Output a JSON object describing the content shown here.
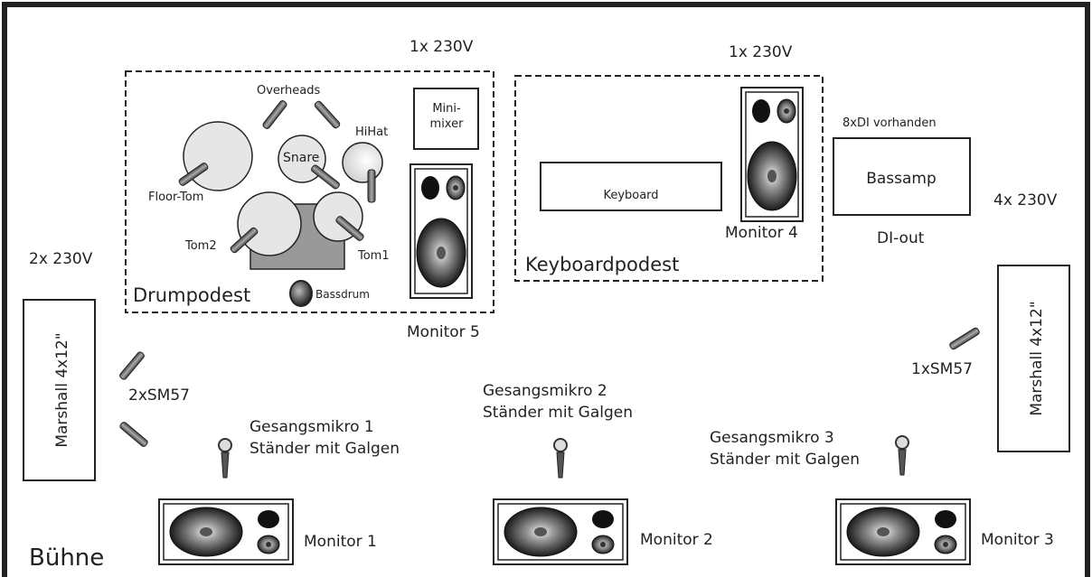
{
  "stage": {
    "name": "Bühne"
  },
  "power": {
    "drum": "1x 230V",
    "keyboard": "1x 230V",
    "left": "2x 230V",
    "right": "4x 230V"
  },
  "drum_riser": {
    "label": "Drumpodest",
    "overheads": "Overheads",
    "hihat": "HiHat",
    "snare": "Snare",
    "floor_tom": "Floor-Tom",
    "tom1": "Tom1",
    "tom2": "Tom2",
    "bassdrum": "Bassdrum",
    "minimixer_line1": "Mini-",
    "minimixer_line2": "mixer"
  },
  "keyboard_riser": {
    "label": "Keyboardpodest",
    "keyboard": "Keyboard"
  },
  "bass": {
    "note": "8xDI vorhanden",
    "amp": "Bassamp",
    "di_out": "DI-out"
  },
  "amps": {
    "left": "Marshall 4x12\"",
    "right": "Marshall 4x12\""
  },
  "mics": {
    "left_sm57": "2xSM57",
    "right_sm57": "1xSM57",
    "vocal1_line1": "Gesangsmikro 1",
    "vocal1_line2": "Ständer mit Galgen",
    "vocal2_line1": "Gesangsmikro 2",
    "vocal2_line2": "Ständer mit Galgen",
    "vocal3_line1": "Gesangsmikro 3",
    "vocal3_line2": "Ständer mit Galgen"
  },
  "monitors": {
    "m1": "Monitor 1",
    "m2": "Monitor 2",
    "m3": "Monitor 3",
    "m4": "Monitor 4",
    "m5": "Monitor 5"
  },
  "colors": {
    "frame": "#222222",
    "drum_fill": "#e6e6e6",
    "drum_box": "#999999",
    "mic": "#6a6a6a"
  }
}
